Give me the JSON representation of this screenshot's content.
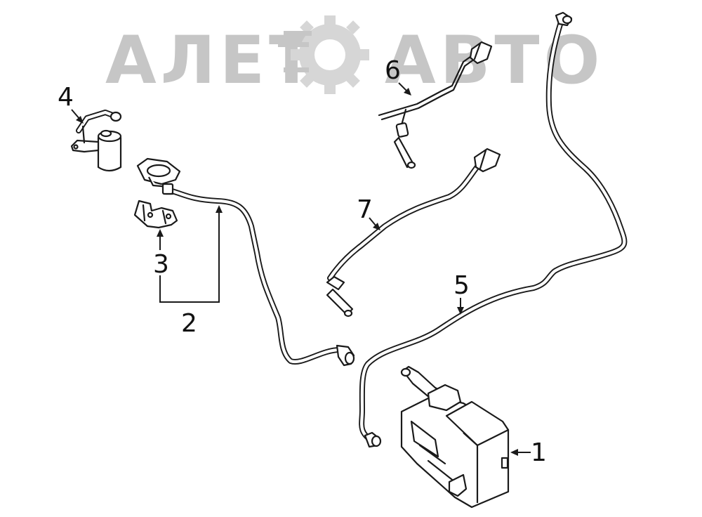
{
  "watermark": {
    "brand": "АЛЕТОАВТО",
    "left_text": "АЛЕТ",
    "right_text": "АВТО",
    "color": "#bdbdbd"
  },
  "callouts": [
    {
      "id": "1",
      "label": "1"
    },
    {
      "id": "2",
      "label": "2"
    },
    {
      "id": "3",
      "label": "3"
    },
    {
      "id": "4",
      "label": "4"
    },
    {
      "id": "5",
      "label": "5"
    },
    {
      "id": "6",
      "label": "6"
    },
    {
      "id": "7",
      "label": "7"
    }
  ],
  "colors": {
    "line": "#1a1a1a",
    "background": "#ffffff"
  }
}
